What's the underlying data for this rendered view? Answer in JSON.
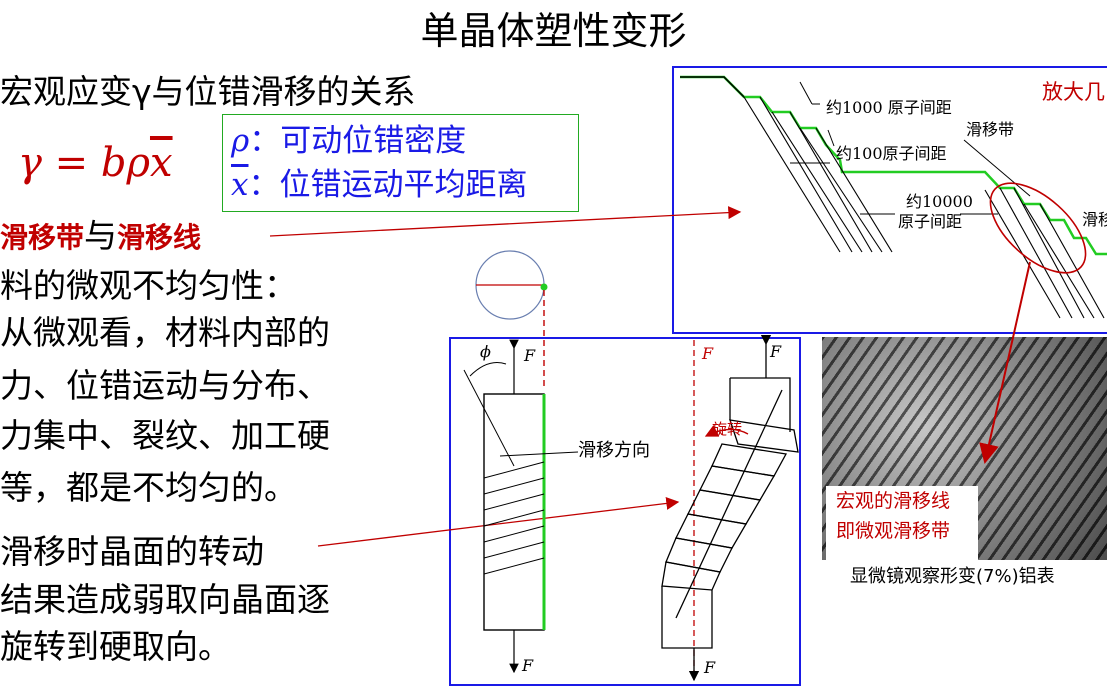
{
  "title": "单晶体塑性变形",
  "bullets": {
    "line1": "宏观应变γ与位错滑移的关系",
    "formula": "γ = bρx",
    "slip_band": "滑移带",
    "and": "与",
    "slip_line": "滑移线",
    "nonuniform_title": "料的微观不均匀性：",
    "nonuniform_1": "从微观看，材料内部的",
    "nonuniform_2": "力、位错运动与分布、",
    "nonuniform_3": "力集中、裂纹、加工硬",
    "nonuniform_4": "等，都是不均匀的。",
    "rotation_1": "滑移时晶面的转动",
    "rotation_2": "结果造成弱取向晶面逐",
    "rotation_3": "旋转到硬取向。"
  },
  "definitions": {
    "rho_symbol": "ρ",
    "rho_text": "：可动位错密度",
    "x_symbol": "x",
    "x_text": "：位错运动平均距离"
  },
  "slip_diagram": {
    "magnify_label": "放大几",
    "label_1000": "约1000 原子间距",
    "label_100": "约100原子间距",
    "label_slip_band": "滑移带",
    "label_10000_a": "约10000",
    "label_10000_b": "原子间距",
    "label_cut": "滑移"
  },
  "rotation_diagram": {
    "phi": "ϕ",
    "force": "F",
    "slip_direction": "滑移方向",
    "rotate": "旋转"
  },
  "micrograph": {
    "caption_1": "宏观的滑移线",
    "caption_2": "即微观滑移带",
    "below": "显微镜观察形变(7%)铝表"
  },
  "colors": {
    "accent_red": "#c00000",
    "accent_blue": "#1a1ae6",
    "slip_green": "#22cc22"
  }
}
